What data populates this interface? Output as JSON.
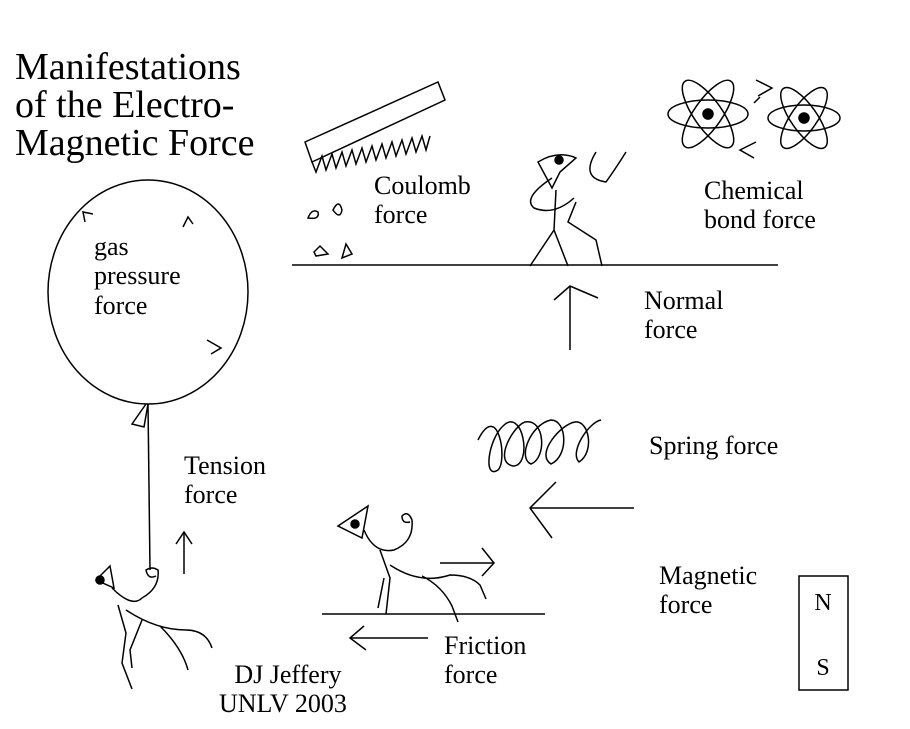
{
  "title": {
    "line1": "Manifestations",
    "line2": "of the Electro-",
    "line3": "Magnetic Force"
  },
  "labels": {
    "coulomb": [
      "Coulomb",
      "force"
    ],
    "chemical": [
      "Chemical",
      "bond force"
    ],
    "gas": [
      "gas",
      "pressure",
      "force"
    ],
    "normal": [
      "Normal",
      "force"
    ],
    "spring": [
      "Spring force"
    ],
    "tension": [
      "Tension",
      "force"
    ],
    "magnetic": [
      "Magnetic",
      "force"
    ],
    "friction": [
      "Friction",
      "force"
    ]
  },
  "magnet": {
    "north": "N",
    "south": "S"
  },
  "credit": {
    "line1": "DJ Jeffery",
    "line2": "UNLV 2003"
  }
}
